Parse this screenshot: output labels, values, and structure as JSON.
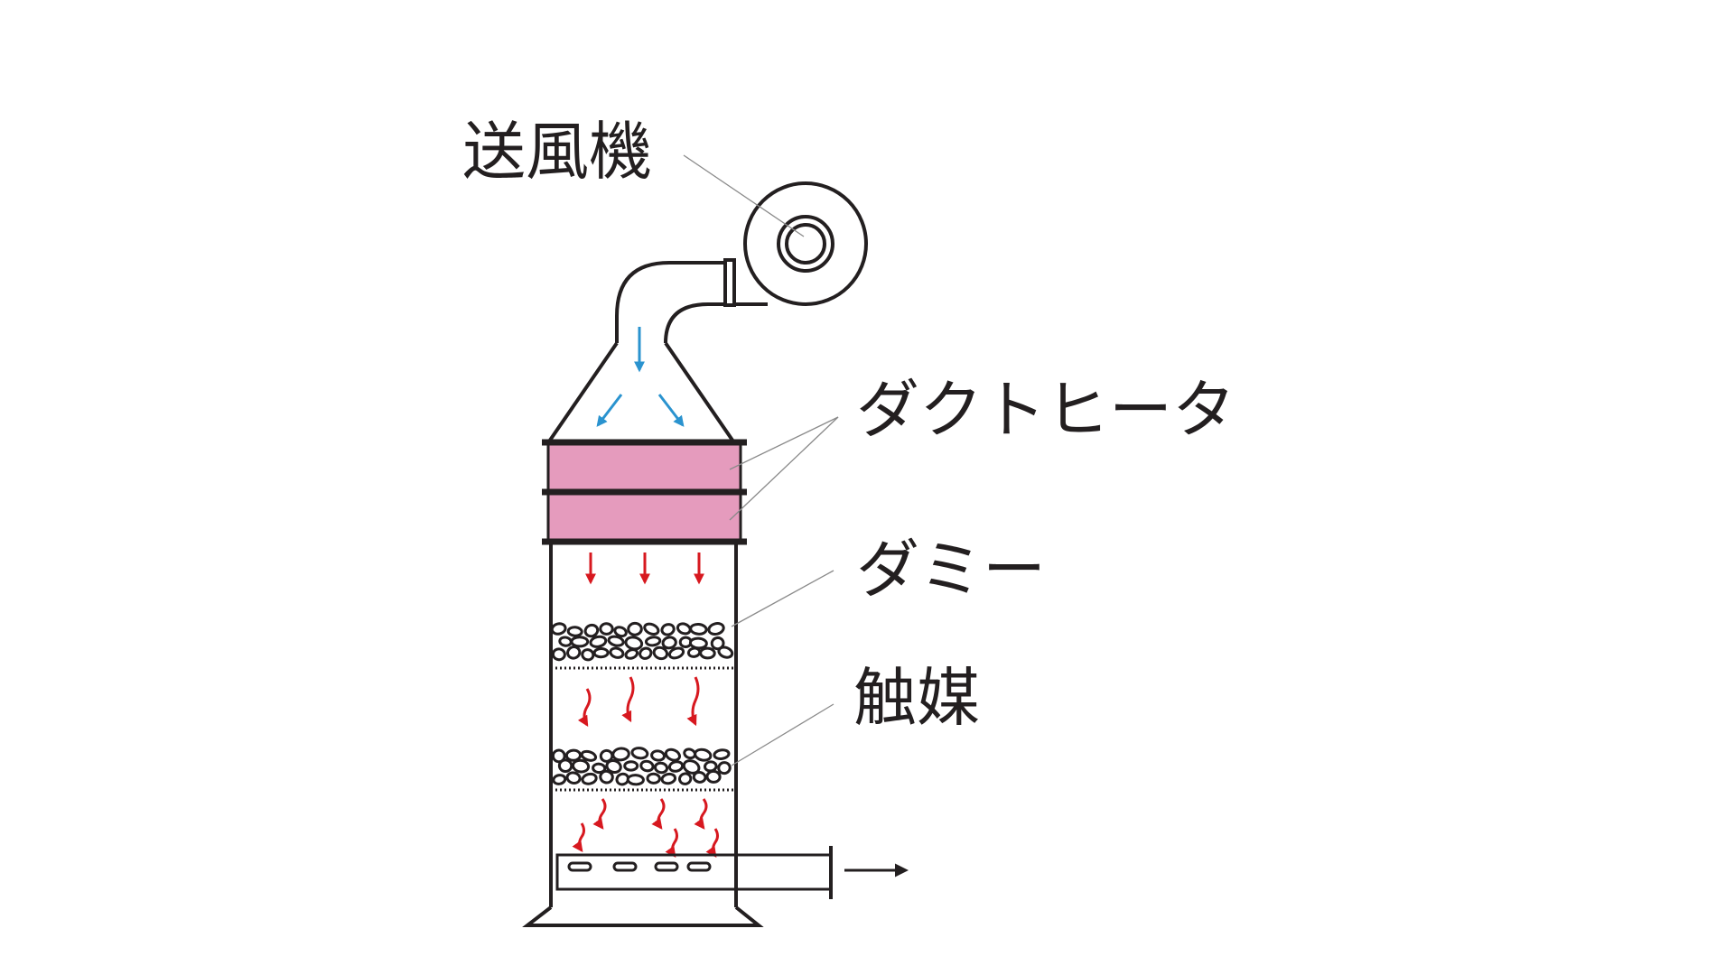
{
  "labels": {
    "blower": "送風機",
    "duct_heater": "ダクトヒータ",
    "dummy": "ダミー",
    "catalyst": "触媒"
  },
  "colors": {
    "line": "#231f20",
    "heater_fill": "#e59bbd",
    "air_arrow": "#2a93cf",
    "hot_arrow": "#d7181f"
  }
}
